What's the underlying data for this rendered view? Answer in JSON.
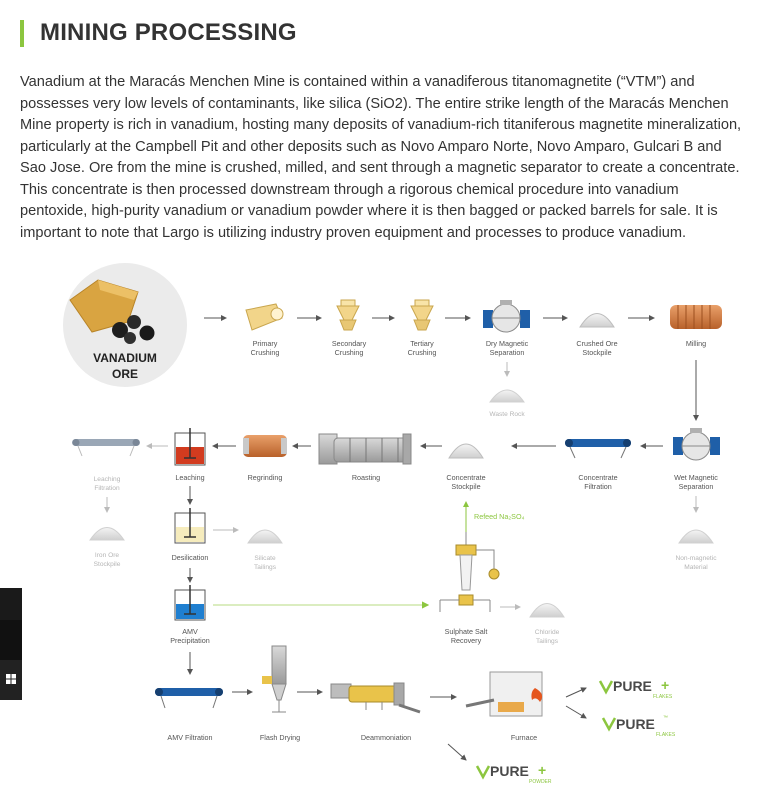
{
  "heading": "MINING PROCESSING",
  "paragraph": "Vanadium at the Maracás Menchen Mine is contained within a vanadiferous titanomagnetite (“VTM”) and possesses very low levels of contaminants, like silica (SiO2). The entire strike length of the Maracás Menchen Mine property is rich in vanadium, hosting many deposits of vanadium-rich titaniferous magnetite mineralization, particularly at the Campbell Pit and other deposits such as Novo Amparo Norte, Novo Amparo, Gulcari B and Sao Jose. Ore from the mine is crushed, milled, and sent through a magnetic separator to create a concentrate. This concentrate is then processed downstream through a rigorous chemical procedure into vanadium pentoxide, high-purity vanadium or vanadium powder where it is then bagged or packed barrels for sale. It is important to note that Largo is utilizing industry proven equipment and processes to produce vanadium.",
  "colors": {
    "accent": "#8cc63f",
    "arrow": "#555555",
    "blue": "#1f5fa8",
    "copper": "#d07a3a"
  },
  "diagram": {
    "ore": {
      "line1": "VANADIUM",
      "line2": "ORE"
    },
    "row1": {
      "primary_crushing": [
        "Primary",
        "Crushing"
      ],
      "secondary_crushing": [
        "Secondary",
        "Crushing"
      ],
      "tertiary_crushing": [
        "Tertiary",
        "Crushing"
      ],
      "dry_magnetic_separation": [
        "Dry Magnetic",
        "Separation"
      ],
      "crushed_ore_stockpile": [
        "Crushed Ore",
        "Stockpile"
      ],
      "milling": "Milling",
      "waste_rock": "Waste Rock"
    },
    "row2": {
      "leaching_filtration": [
        "Leaching",
        "Filtration"
      ],
      "leaching": "Leaching",
      "regrinding": "Regrinding",
      "roasting": "Roasting",
      "concentrate_stockpile": [
        "Concentrate",
        "Stockpile"
      ],
      "concentrate_filtration": [
        "Concentrate",
        "Filtration"
      ],
      "wet_magnetic_separation": [
        "Wet Magnetic",
        "Separation"
      ]
    },
    "row3": {
      "iron_ore_stockpile": [
        "Iron Ore",
        "Stockpile"
      ],
      "desilication": "Desilication",
      "silicate_tailings": [
        "Silicate",
        "Tailings"
      ],
      "refeed": "Refeed Na₂SO₄",
      "non_magnetic_material": [
        "Non-magnetic",
        "Material"
      ]
    },
    "row4": {
      "amv_precipitation": [
        "AMV",
        "Precipitation"
      ],
      "sulphate_salt_recovery": [
        "Sulphate Salt",
        "Recovery"
      ],
      "chloride_tailings": [
        "Chloride",
        "Tailings"
      ]
    },
    "row5": {
      "amv_filtration": "AMV Filtration",
      "flash_drying": "Flash Drying",
      "deammoniation": "Deammoniation",
      "furnace": "Furnace"
    },
    "products": {
      "pure_plus_flakes": {
        "brand": "PURE",
        "mark": "+",
        "sub": "FLAKES"
      },
      "pure_flakes": {
        "brand": "PURE",
        "mark": "™",
        "sub": "FLAKES"
      },
      "pure_plus_powder": {
        "brand": "PURE",
        "mark": "+",
        "sub": "POWDER"
      }
    }
  },
  "icons": [
    "windows-logo-icon"
  ]
}
